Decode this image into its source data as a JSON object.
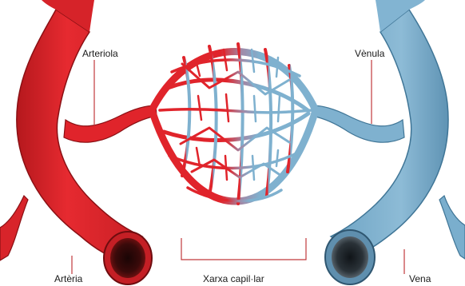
{
  "labels": {
    "arteriole": "Arteriola",
    "venule": "Vènula",
    "artery": "Artèria",
    "capillary_network": "Xarxa capil·lar",
    "vein": "Vena"
  },
  "colors": {
    "arterial": "#e0242b",
    "arterial_dark": "#9e1418",
    "venous": "#7fb1cf",
    "venous_dark": "#3f7596",
    "leader_line": "#c0393c"
  }
}
